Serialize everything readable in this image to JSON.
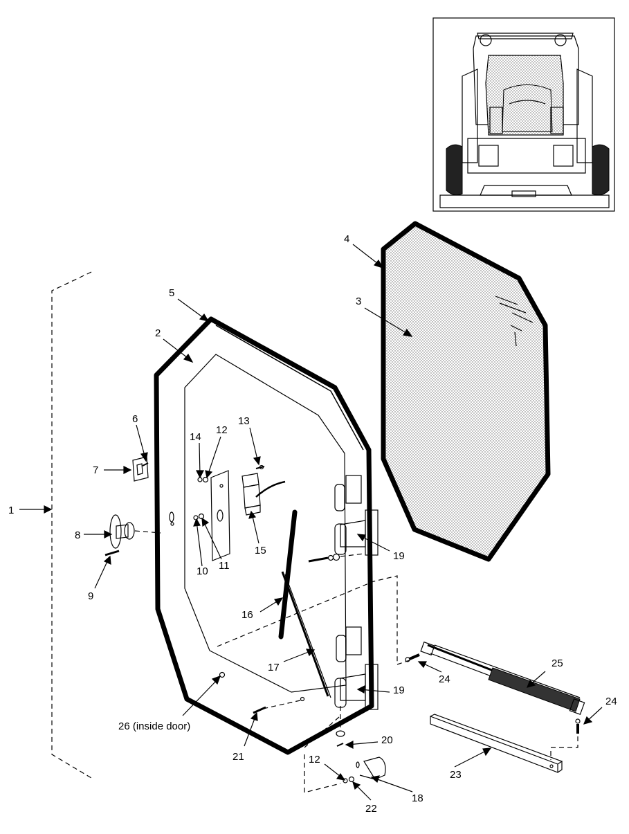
{
  "callouts": {
    "c1": "1",
    "c2": "2",
    "c3": "3",
    "c4": "4",
    "c5": "5",
    "c6": "6",
    "c7": "7",
    "c8": "8",
    "c9": "9",
    "c10": "10",
    "c11": "11",
    "c12a": "12",
    "c12b": "12",
    "c13": "13",
    "c14": "14",
    "c15": "15",
    "c16": "16",
    "c17": "17",
    "c18": "18",
    "c19a": "19",
    "c19b": "19",
    "c20": "20",
    "c21": "21",
    "c22": "22",
    "c23": "23",
    "c24a": "24",
    "c24b": "24",
    "c25": "25",
    "c26": "26 (inside door)"
  },
  "colors": {
    "line": "#000000",
    "background": "#ffffff",
    "glass_fill": "#d9d9d9"
  }
}
